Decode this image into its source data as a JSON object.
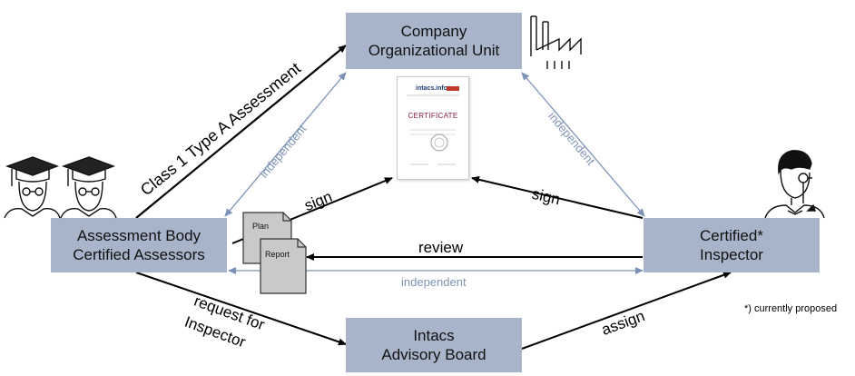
{
  "boxes": {
    "company": {
      "line1": "Company",
      "line2": "Organizational Unit"
    },
    "assessment": {
      "line1": "Assessment Body",
      "line2": "Certified Assessors"
    },
    "inspector": {
      "line1": "Certified*",
      "line2": "Inspector"
    },
    "advisory": {
      "line1": "Intacs",
      "line2": "Advisory Board"
    }
  },
  "labels": {
    "class1": "Class 1 Type A Assessment",
    "independent_left": "independent",
    "independent_right": "independent",
    "independent_bottom": "independent",
    "sign_left": "sign",
    "sign_right": "sign",
    "review": "review",
    "request_line1": "request for",
    "request_line2": "Inspector",
    "assign": "assign",
    "footnote": "*) currently proposed"
  },
  "documents": {
    "plan": "Plan",
    "report": "Report"
  },
  "certificate": {
    "brand": "intacs.info",
    "title": "CERTIFICATE"
  },
  "colors": {
    "box": "#a7b4c9",
    "blue_line": "#7d93b6",
    "cert_title": "#8b1d3a"
  },
  "icons": [
    "graduate-icon",
    "graduate-icon",
    "factory-icon",
    "inspector-person-icon",
    "certificate-icon",
    "document-icon"
  ]
}
